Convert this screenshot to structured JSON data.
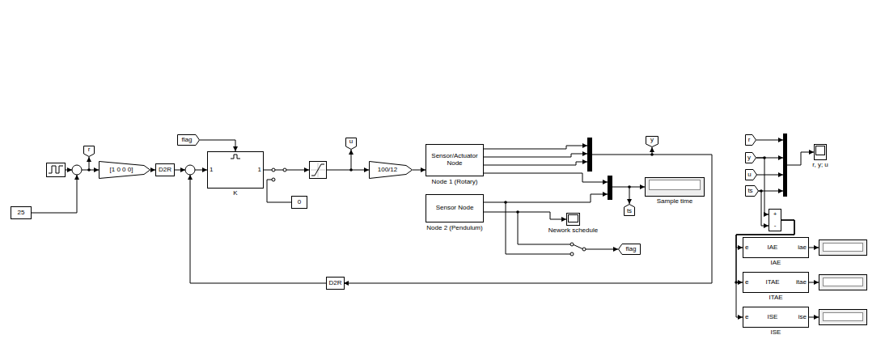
{
  "diagram": {
    "nodes": [
      {
        "text": [
          "25"
        ]
      },
      {
        "text": [
          "r"
        ]
      },
      {
        "text": [
          "[1 0 0 0]"
        ]
      },
      {
        "text": [
          "D2R"
        ]
      },
      {
        "text": [
          "flag"
        ]
      },
      {
        "text": [
          "1",
          "1",
          "K"
        ]
      },
      {
        "text": [
          "0"
        ]
      },
      {
        "text": [
          "D2R"
        ]
      },
      {
        "text": [
          "u"
        ]
      },
      {
        "text": [
          "100/12"
        ]
      },
      {
        "text": [
          "Sensor/Actuator Node",
          "Node 1 (Rotary)"
        ]
      },
      {
        "text": [
          "Sensor Node",
          "Node 2 (Pendulum)"
        ]
      },
      {
        "text": [
          "Nework schedule"
        ]
      },
      {
        "text": [
          "ts"
        ]
      },
      {
        "text": [
          "flag"
        ]
      },
      {
        "text": [
          "y"
        ]
      },
      {
        "text": [
          "Sample time"
        ]
      },
      {
        "text": [
          "r"
        ]
      },
      {
        "text": [
          "y"
        ]
      },
      {
        "text": [
          "u"
        ]
      },
      {
        "text": [
          "ts"
        ]
      },
      {
        "text": [
          "+",
          "-"
        ]
      },
      {
        "text": [
          "r, y; u"
        ]
      },
      {
        "text": [
          "e",
          "IAE",
          "iae",
          "IAE"
        ]
      },
      {
        "text": [
          "e",
          "ITAE",
          "itae",
          "ITAE"
        ]
      },
      {
        "text": [
          "e",
          "ISE",
          "ise",
          "ISE"
        ]
      }
    ],
    "edges": [
      {
        "from": 2,
        "to": 3,
        "arrow": "to"
      },
      {
        "from": 4,
        "to": 5,
        "arrow": "to"
      },
      {
        "from": 9,
        "to": 10,
        "arrow": "to"
      },
      {
        "from": 18,
        "to": 21,
        "arrow": "to"
      },
      {
        "from": 20,
        "to": 21,
        "arrow": "to"
      },
      {
        "from": 21,
        "to": 23,
        "arrow": "to"
      },
      {
        "from": 21,
        "to": 24,
        "arrow": "to"
      },
      {
        "from": 21,
        "to": 25,
        "arrow": "to"
      }
    ]
  }
}
